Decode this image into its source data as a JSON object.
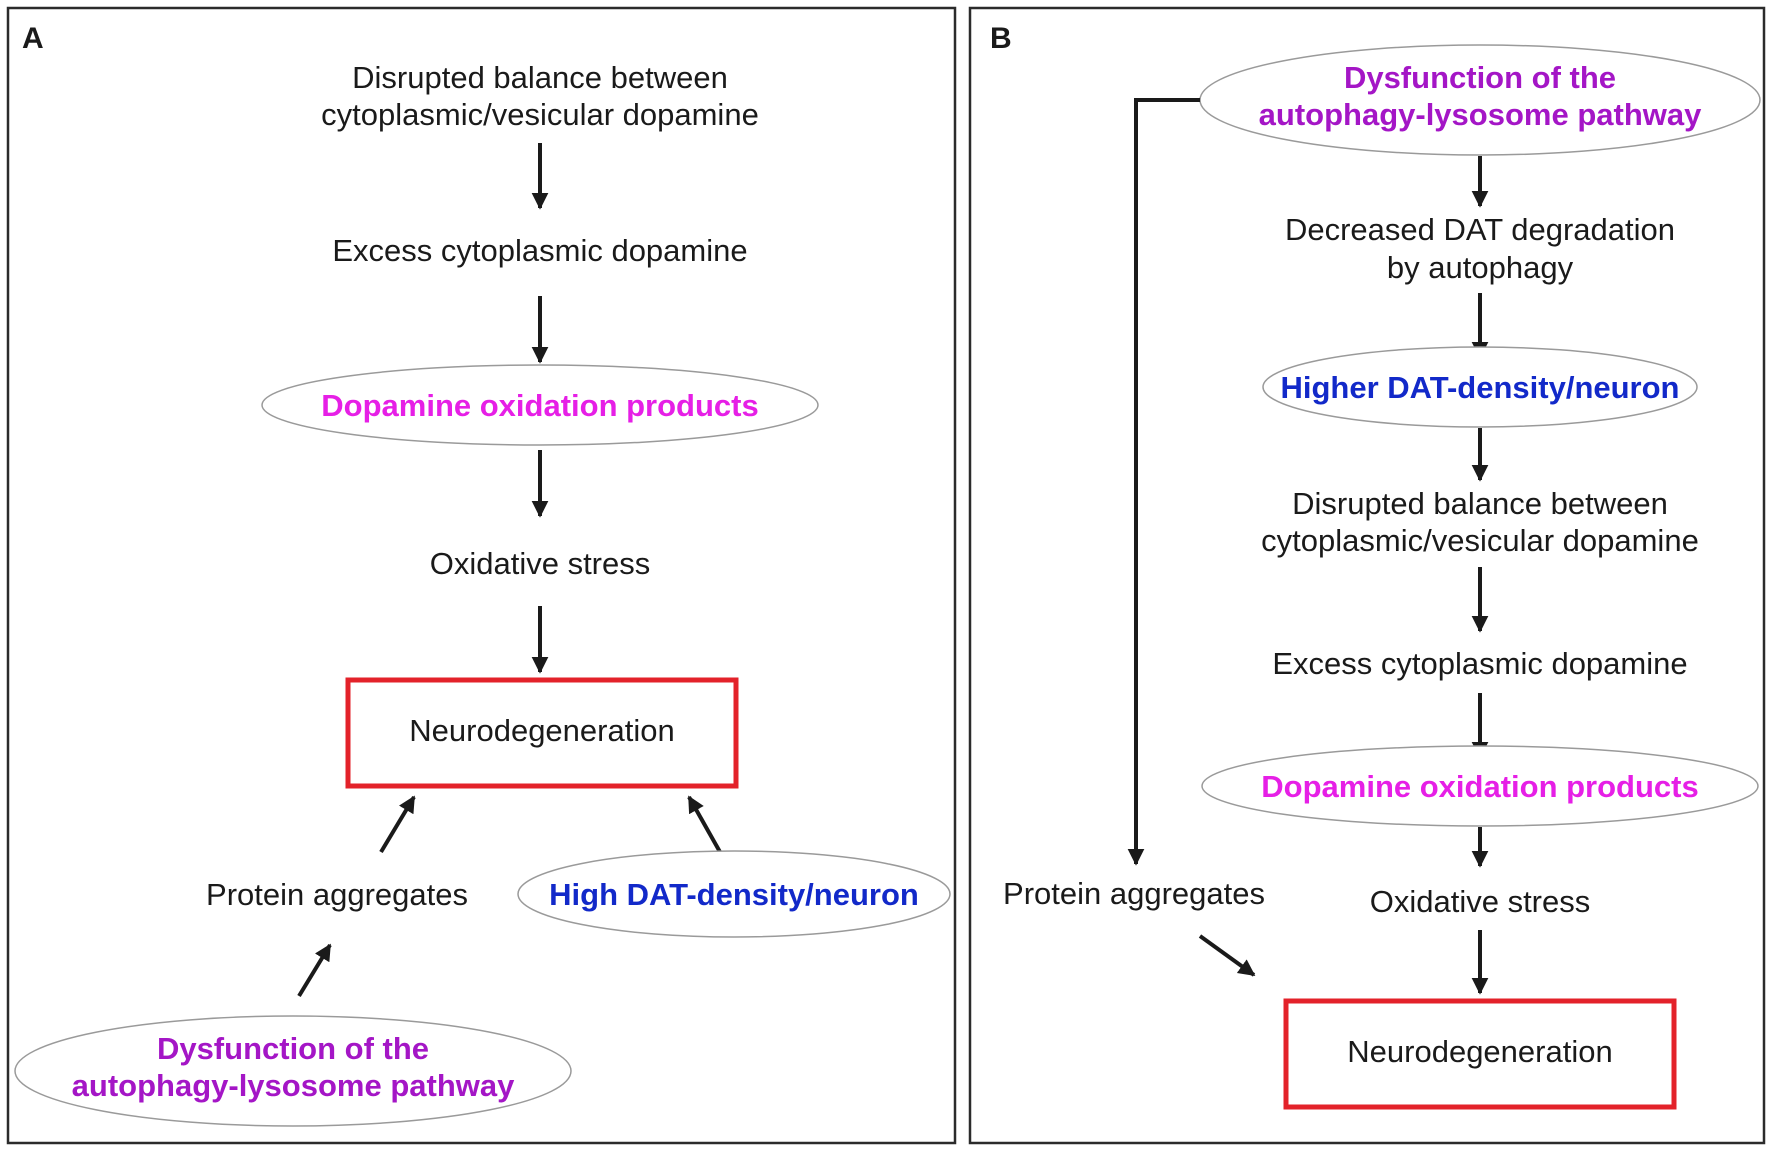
{
  "colors": {
    "purple": "#a416c6",
    "magenta": "#e61fe6",
    "blue": "#1229c9",
    "red": "#e3222a",
    "text": "#1a1a1a"
  },
  "panel_a": {
    "label": "A",
    "disrupted_line1": "Disrupted balance between",
    "disrupted_line2": "cytoplasmic/vesicular dopamine",
    "excess": "Excess cytoplasmic dopamine",
    "oxidation_products": "Dopamine oxidation products",
    "oxidative_stress": "Oxidative stress",
    "neurodegeneration": "Neurodegeneration",
    "protein_aggregates": "Protein aggregates",
    "high_dat": "High DAT-density/neuron",
    "dysfunction_line1": "Dysfunction of the",
    "dysfunction_line2": "autophagy-lysosome pathway"
  },
  "panel_b": {
    "label": "B",
    "dysfunction_line1": "Dysfunction of the",
    "dysfunction_line2": "autophagy-lysosome pathway",
    "decreased_line1": "Decreased DAT degradation",
    "decreased_line2": "by autophagy",
    "higher_dat": "Higher DAT-density/neuron",
    "disrupted_line1": "Disrupted balance between",
    "disrupted_line2": "cytoplasmic/vesicular dopamine",
    "excess": "Excess cytoplasmic dopamine",
    "oxidation_products": "Dopamine oxidation products",
    "protein_aggregates": "Protein aggregates",
    "oxidative_stress": "Oxidative stress",
    "neurodegeneration": "Neurodegeneration"
  }
}
